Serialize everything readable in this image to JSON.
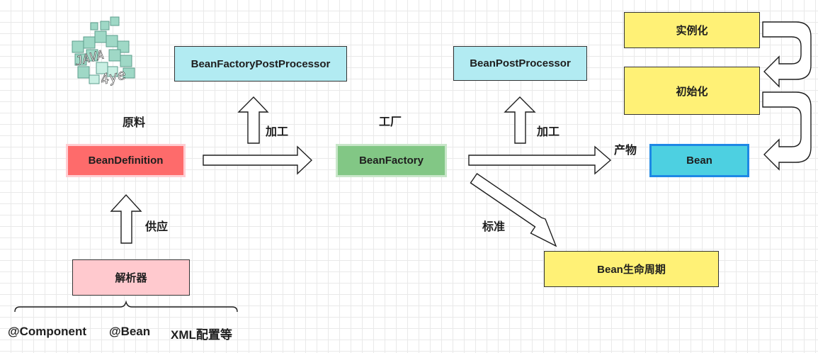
{
  "logo": {
    "text_top": "JAVA",
    "text_bottom": "4ye"
  },
  "labels": {
    "raw_material": "原料",
    "factory": "工厂",
    "process_left": "加工",
    "process_right": "加工",
    "supply": "供应",
    "product": "产物",
    "standard": "标准"
  },
  "boxes": {
    "bean_factory_post_processor": "BeanFactoryPostProcessor",
    "bean_post_processor": "BeanPostProcessor",
    "bean_definition": "BeanDefinition",
    "bean_factory": "BeanFactory",
    "bean": "Bean",
    "parser": "解析器",
    "bean_lifecycle": "Bean生命周期",
    "instantiate": "实例化",
    "initialize": "初始化"
  },
  "sources": {
    "component": "@Component",
    "bean": "@Bean",
    "xml": "XML配置等"
  },
  "colors": {
    "cyan_box": "#b2ebf2",
    "red_box": "#fe6b6b",
    "green_box": "#82c785",
    "blue_box": "#4dd0e1",
    "pink_box": "#ffc9ce",
    "yellow_box": "#fff176"
  }
}
